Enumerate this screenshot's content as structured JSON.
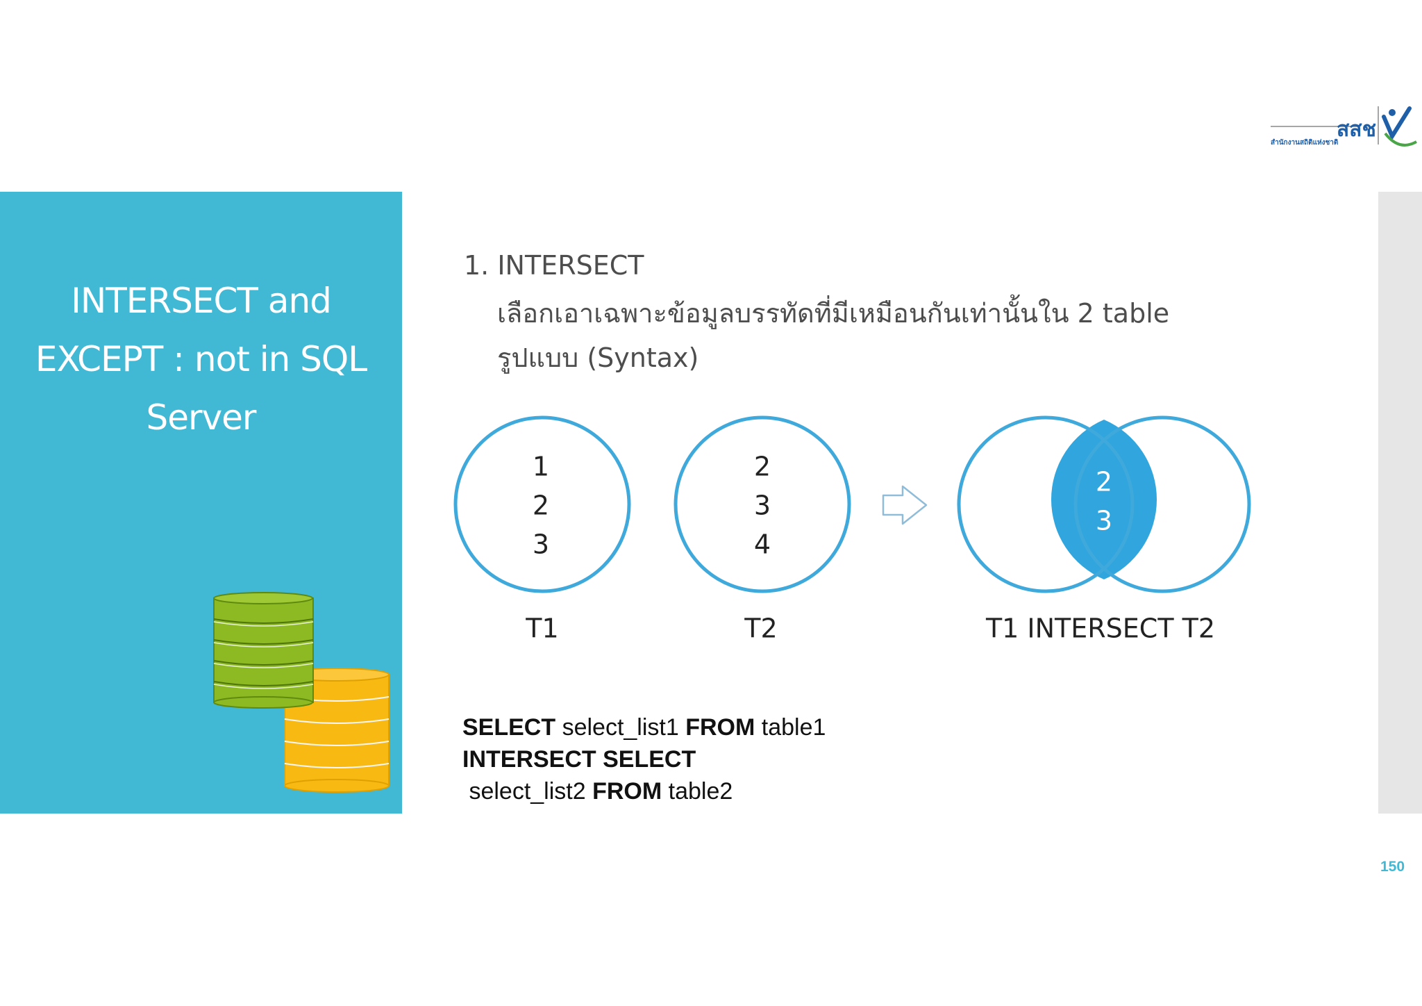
{
  "logo": {
    "text": "สสช",
    "subtext": "สำนักงานสถิติแห่งชาติ"
  },
  "sidebar": {
    "title_lines": [
      "INTERSECT and",
      "EXCEPT : not in SQL",
      "Server"
    ]
  },
  "content": {
    "heading": "1. INTERSECT",
    "description": "เลือกเอาเฉพาะข้อมูลบรรทัดที่มีเหมือนกันเท่านั้นใน 2 table",
    "syntax_label": "รูปแบบ (Syntax)"
  },
  "diagram": {
    "t1": {
      "label": "T1",
      "values": [
        "1",
        "2",
        "3"
      ]
    },
    "t2": {
      "label": "T2",
      "values": [
        "2",
        "3",
        "4"
      ]
    },
    "result": {
      "label": "T1 INTERSECT T2",
      "values": [
        "2",
        "3"
      ]
    }
  },
  "code": {
    "line1": {
      "kw1": "SELECT",
      "t1": " select_list1 ",
      "kw2": "FROM",
      "t2": " table1"
    },
    "line2": {
      "kw": "INTERSECT SELECT"
    },
    "line3": {
      "t1": " select_list2 ",
      "kw": "FROM",
      "t2": " table2"
    }
  },
  "page_number": "150",
  "colors": {
    "panel": "#41b9d5",
    "circle": "#3fa9dc",
    "intersection": "#31a5dd",
    "db_green": "#8dba22",
    "db_yellow": "#f8b912"
  }
}
